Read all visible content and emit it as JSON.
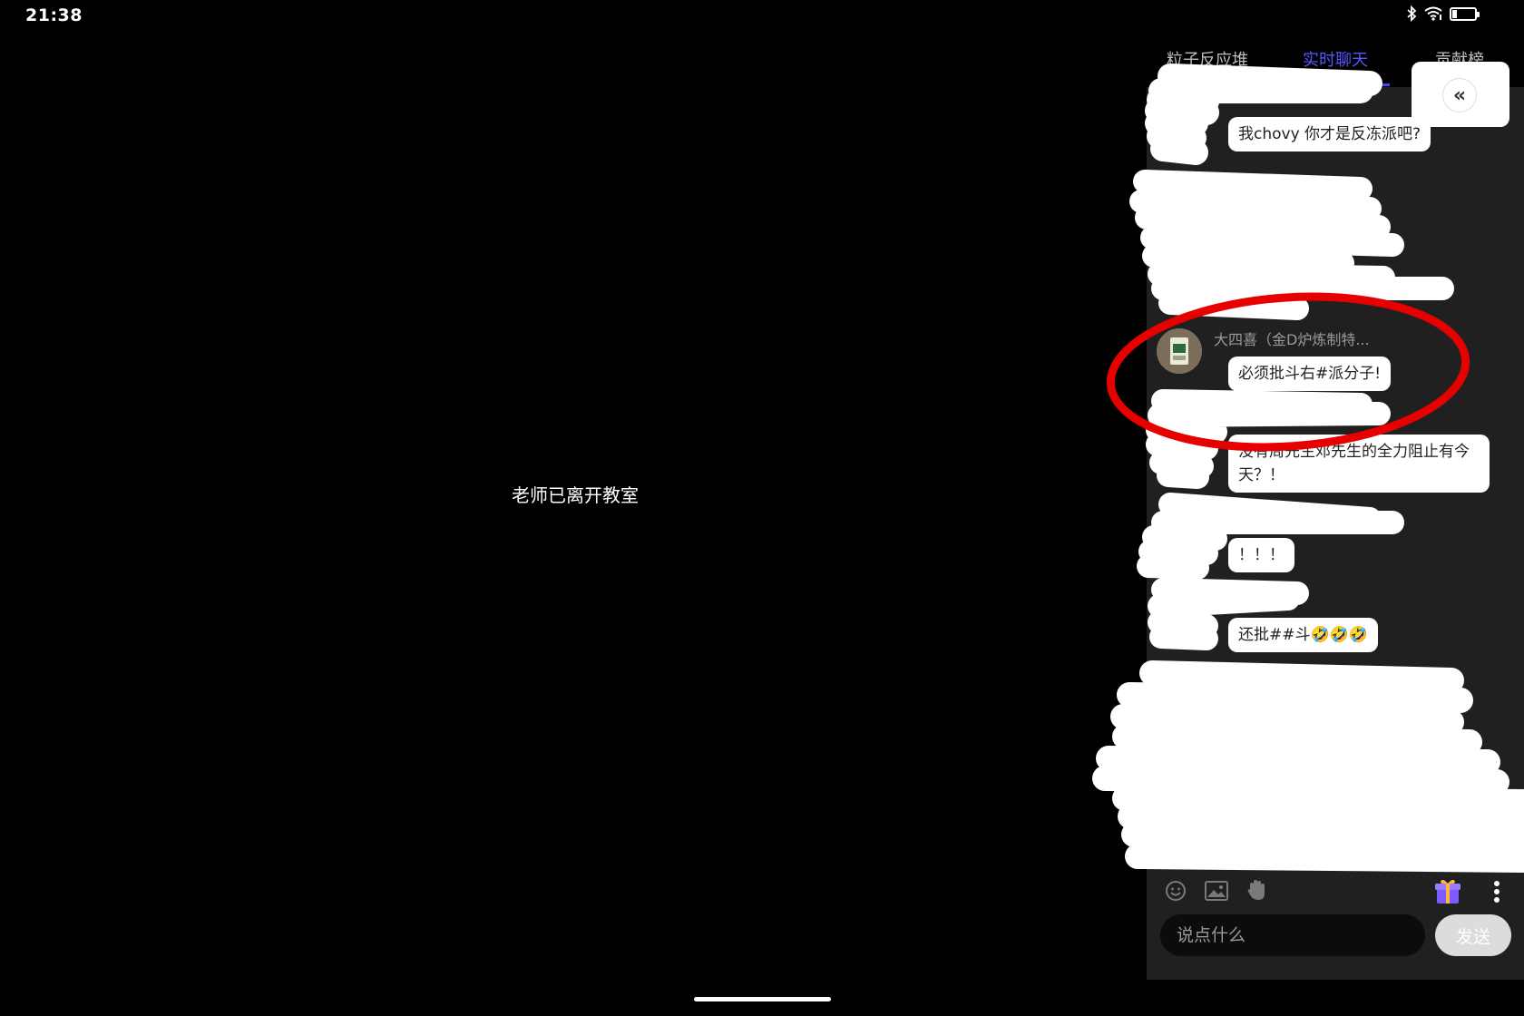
{
  "status_bar": {
    "time": "21:38",
    "battery_level": "19",
    "icons": [
      "bluetooth-icon",
      "wifi-icon",
      "battery-icon"
    ]
  },
  "stage": {
    "message": "老师已离开教室"
  },
  "panel": {
    "tabs": [
      {
        "label": "粒子反应堆",
        "active": false
      },
      {
        "label": "实时聊天",
        "active": true
      },
      {
        "label": "贡献榜",
        "active": false
      }
    ],
    "collapse_icon": "chevron-double-left-icon",
    "messages": [
      {
        "sender": "",
        "text": "我chovy 你才是反冻派吧?"
      },
      {
        "sender": "大四喜（金D炉炼制特...",
        "text": "必须批斗右#派分子!"
      },
      {
        "sender": "",
        "text": "没有周先生邓先生的全力阻止有今天？！"
      },
      {
        "sender": "",
        "text": "！！！"
      },
      {
        "sender": "",
        "text": "还批##斗🤣🤣🤣"
      }
    ],
    "toolbar_icons": [
      "emoji-icon",
      "image-icon",
      "raise-hand-icon",
      "gift-icon",
      "more-icon"
    ],
    "input_placeholder": "说点什么",
    "send_label": "发送"
  },
  "colors": {
    "accent": "#5a55ff",
    "panel_bg": "#202020",
    "annotation_red": "#e60000"
  }
}
